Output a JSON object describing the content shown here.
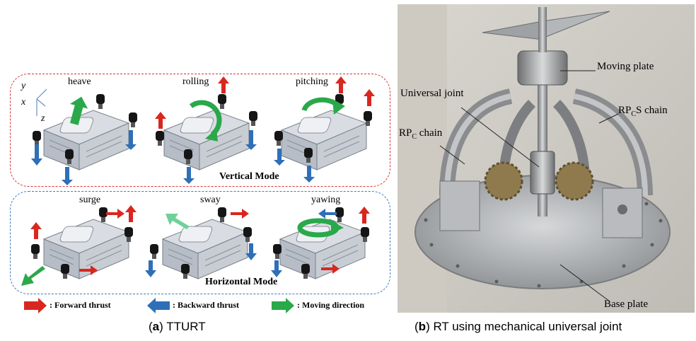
{
  "panel_a": {
    "caption_letter": "a",
    "caption_text": "TTURT",
    "axes": {
      "y": "y",
      "x": "x",
      "z": "z"
    },
    "vertical_mode": {
      "title": "Vertical Mode",
      "motions": [
        "heave",
        "rolling",
        "pitching"
      ]
    },
    "horizontal_mode": {
      "title": "Horizontal Mode",
      "motions": [
        "surge",
        "sway",
        "yawing"
      ]
    },
    "legend": [
      {
        "label": ": Forward thrust",
        "color": "#d9271f"
      },
      {
        "label": ": Backward thrust",
        "color": "#2f6fb8"
      },
      {
        "label": ": Moving direction",
        "color": "#2aa84a"
      }
    ]
  },
  "panel_b": {
    "caption_letter": "b",
    "caption_text": "RT using mechanical universal joint",
    "labels": {
      "moving_plate": "Moving plate",
      "universal_joint": "Universal joint",
      "rpcs_chain_prefix": "RP",
      "rpcs_chain_sub": "C",
      "rpcs_chain_suffix": "S chain",
      "rpc_chain_prefix": "RP",
      "rpc_chain_sub": "C",
      "rpc_chain_suffix": " chain",
      "base_plate": "Base plate"
    }
  }
}
